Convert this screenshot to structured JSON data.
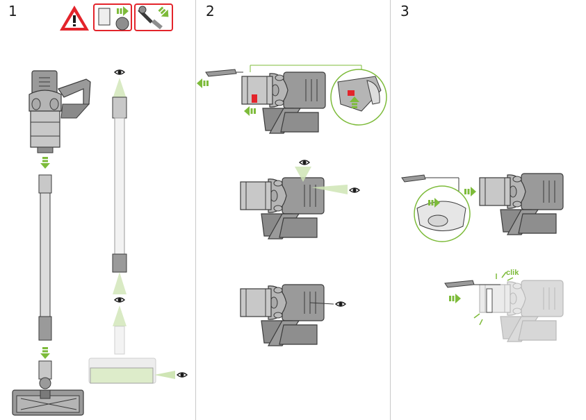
{
  "steps": [
    {
      "number": "1"
    },
    {
      "number": "2"
    },
    {
      "number": "3"
    }
  ],
  "annotations": {
    "clik": "clik"
  },
  "colors": {
    "warning_red": "#e3242b",
    "arrow_green": "#7dbb3a",
    "body_gray": "#8e8e8e",
    "outline": "#3a3a3a",
    "light_green": "#cfe5b5"
  },
  "icons": [
    "warning-icon",
    "unplug-icon",
    "detach-wand-icon",
    "eye-icon",
    "green-arrow-icon"
  ]
}
